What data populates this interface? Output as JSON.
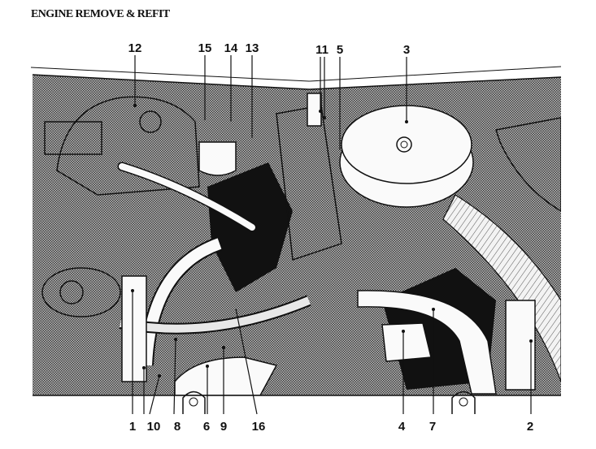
{
  "page": {
    "title": "ENGINE REMOVE & REFIT"
  },
  "figure": {
    "subject": "Engine bay line illustration with numbered component callouts",
    "callouts_top": [
      {
        "number": "12"
      },
      {
        "number": "15"
      },
      {
        "number": "14"
      },
      {
        "number": "13"
      },
      {
        "number": "11"
      },
      {
        "number": "5"
      },
      {
        "number": "3"
      }
    ],
    "callouts_bottom": [
      {
        "number": "1"
      },
      {
        "number": "10"
      },
      {
        "number": "8"
      },
      {
        "number": "6"
      },
      {
        "number": "9"
      },
      {
        "number": "16"
      },
      {
        "number": "4"
      },
      {
        "number": "7"
      },
      {
        "number": "2"
      }
    ],
    "colors": {
      "ink": "#111111",
      "shading": "#8c8c8c",
      "highlight": "#fafafa"
    }
  }
}
